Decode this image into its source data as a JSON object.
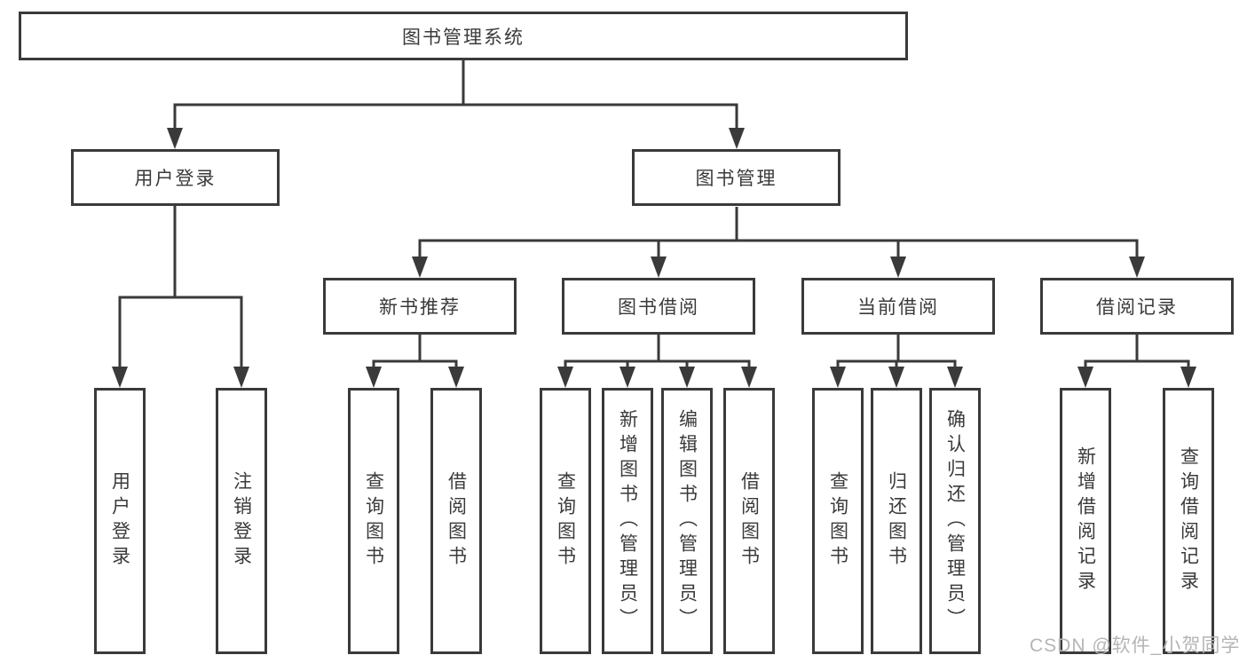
{
  "colors": {
    "line": "#3a3a3a",
    "text": "#3a3a3a",
    "watermark": "#b5b5b5",
    "background": "#ffffff"
  },
  "watermark": "CSDN @软件_小贺同学",
  "tree": {
    "label": "图书管理系统",
    "children": [
      {
        "label": "用户登录",
        "children": [
          {
            "label": "用户登录"
          },
          {
            "label": "注销登录"
          }
        ]
      },
      {
        "label": "图书管理",
        "children": [
          {
            "label": "新书推荐",
            "children": [
              {
                "label": "查询图书"
              },
              {
                "label": "借阅图书"
              }
            ]
          },
          {
            "label": "图书借阅",
            "children": [
              {
                "label": "查询图书"
              },
              {
                "label": "新增图书（管理员）"
              },
              {
                "label": "编辑图书（管理员）"
              },
              {
                "label": "借阅图书"
              }
            ]
          },
          {
            "label": "当前借阅",
            "children": [
              {
                "label": "查询图书"
              },
              {
                "label": "归还图书"
              },
              {
                "label": "确认归还（管理员）"
              }
            ]
          },
          {
            "label": "借阅记录",
            "children": [
              {
                "label": "新增借阅记录"
              },
              {
                "label": "查询借阅记录"
              }
            ]
          }
        ]
      }
    ]
  }
}
